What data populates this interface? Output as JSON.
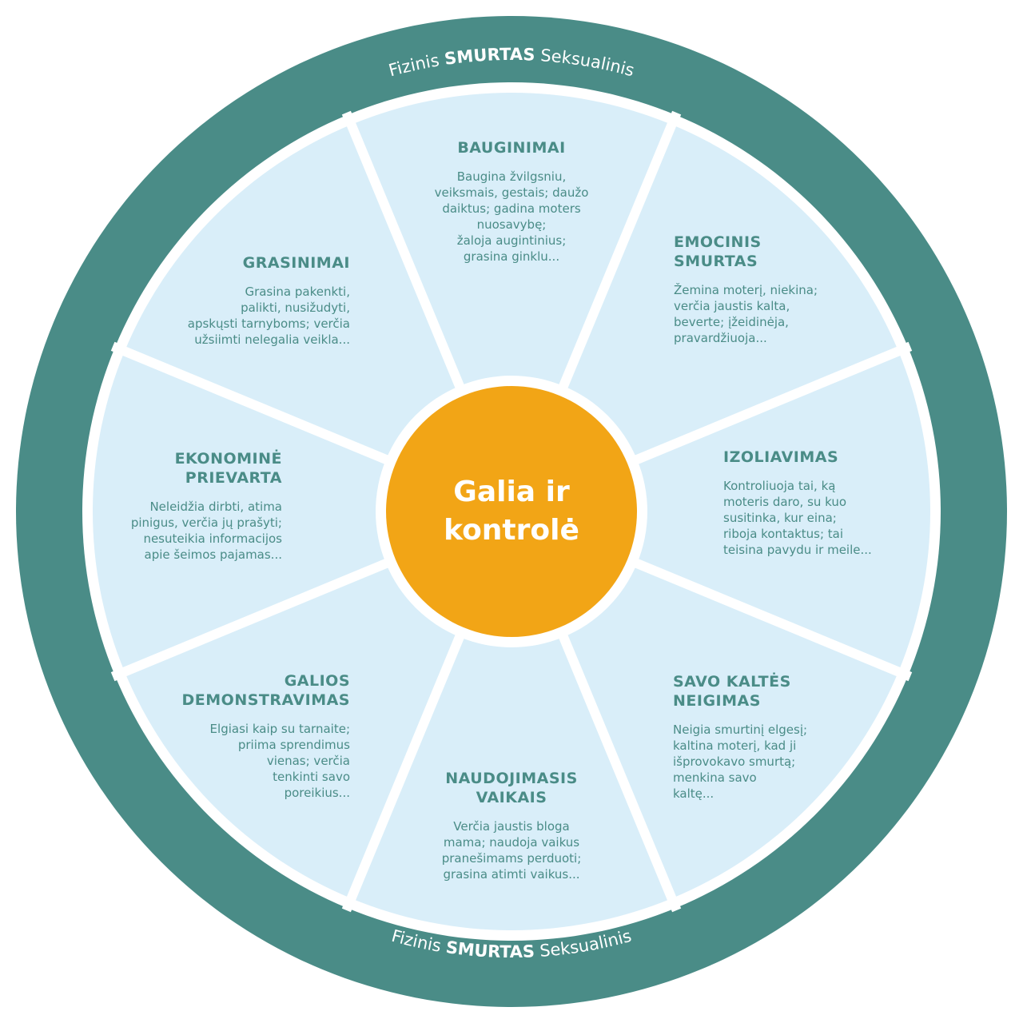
{
  "colors": {
    "ring": "#4a8c87",
    "segment": "#d9eef9",
    "center": "#f2a516",
    "text": "#4a8c87"
  },
  "ring": {
    "top": {
      "left": "Fizinis",
      "middle": "SMURTAS",
      "right": "Seksualinis"
    },
    "bottom": {
      "left": "Fizinis",
      "middle": "SMURTAS",
      "right": "Seksualinis"
    }
  },
  "center": {
    "label": "Galia ir\nkontrolė"
  },
  "segments": [
    {
      "title": "BAUGINIMAI",
      "body": "Baugina žvilgsniu,\nveiksmais, gestais; daužo\ndaiktus; gadina moters\nnuosavybę;\nžaloja augintinius;\ngrasina ginklu..."
    },
    {
      "title": "EMOCINIS\nSMURTAS",
      "body": "Žemina moterį, niekina;\nverčia jaustis kalta,\nbeverte; įžeidinėja,\npravardžiuoja..."
    },
    {
      "title": "IZOLIAVIMAS",
      "body": "Kontroliuoja tai, ką\nmoteris daro, su kuo\nsusitinka, kur eina;\nriboja kontaktus; tai\nteisina pavydu ir meile..."
    },
    {
      "title": "SAVO KALTĖS\nNEIGIMAS",
      "body": "Neigia smurtinį elgesį;\nkaltina moterį, kad ji\nišprovokavo smurtą;\nmenkina savo\nkaltę..."
    },
    {
      "title": "NAUDOJIMASIS\nVAIKAIS",
      "body": "Verčia jaustis bloga\nmama; naudoja vaikus\npranešimams perduoti;\ngrasina atimti vaikus..."
    },
    {
      "title": "GALIOS\nDEMONSTRAVIMAS",
      "body": "Elgiasi kaip su tarnaite;\npriima sprendimus\nvienas; verčia\ntenkinti savo\nporeikius..."
    },
    {
      "title": "EKONOMINĖ\nPRIEVARTA",
      "body": "Neleidžia dirbti, atima\npinigus, verčia jų prašyti;\nnesuteikia informacijos\napie šeimos pajamas..."
    },
    {
      "title": "GRASINIMAI",
      "body": "Grasina pakenkti,\npalikti, nusižudyti,\napskųsti tarnyboms; verčia\nužsiimti nelegalia veikla..."
    }
  ]
}
